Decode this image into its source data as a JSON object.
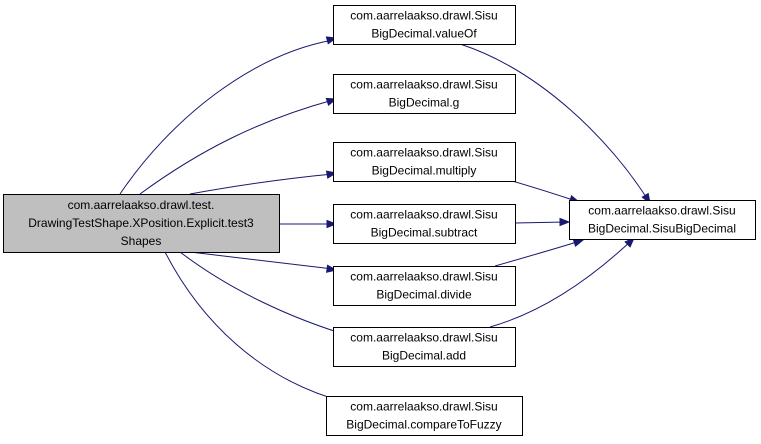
{
  "diagram": {
    "nodes": [
      {
        "id": "root",
        "lines": [
          "com.aarrelaakso.drawl.test.",
          "DrawingTestShape.XPosition.Explicit.test3",
          "Shapes"
        ],
        "highlight": true
      },
      {
        "id": "valueOf",
        "lines": [
          "com.aarrelaakso.drawl.Sisu",
          "BigDecimal.valueOf"
        ]
      },
      {
        "id": "g",
        "lines": [
          "com.aarrelaakso.drawl.Sisu",
          "BigDecimal.g"
        ]
      },
      {
        "id": "multiply",
        "lines": [
          "com.aarrelaakso.drawl.Sisu",
          "BigDecimal.multiply"
        ]
      },
      {
        "id": "subtract",
        "lines": [
          "com.aarrelaakso.drawl.Sisu",
          "BigDecimal.subtract"
        ]
      },
      {
        "id": "divide",
        "lines": [
          "com.aarrelaakso.drawl.Sisu",
          "BigDecimal.divide"
        ]
      },
      {
        "id": "add",
        "lines": [
          "com.aarrelaakso.drawl.Sisu",
          "BigDecimal.add"
        ]
      },
      {
        "id": "compareToFuzzy",
        "lines": [
          "com.aarrelaakso.drawl.Sisu",
          "BigDecimal.compareToFuzzy"
        ]
      },
      {
        "id": "ctor",
        "lines": [
          "com.aarrelaakso.drawl.Sisu",
          "BigDecimal.SisuBigDecimal"
        ]
      }
    ],
    "edges": [
      {
        "from": "root",
        "to": "valueOf"
      },
      {
        "from": "root",
        "to": "g"
      },
      {
        "from": "root",
        "to": "multiply"
      },
      {
        "from": "root",
        "to": "subtract"
      },
      {
        "from": "root",
        "to": "divide"
      },
      {
        "from": "root",
        "to": "add"
      },
      {
        "from": "root",
        "to": "compareToFuzzy"
      },
      {
        "from": "valueOf",
        "to": "ctor"
      },
      {
        "from": "multiply",
        "to": "ctor"
      },
      {
        "from": "subtract",
        "to": "ctor"
      },
      {
        "from": "divide",
        "to": "ctor"
      },
      {
        "from": "add",
        "to": "ctor"
      }
    ],
    "colors": {
      "edge": "#191970",
      "root_fill": "#bfbfbf",
      "node_fill": "#ffffff",
      "border": "#000000"
    }
  }
}
